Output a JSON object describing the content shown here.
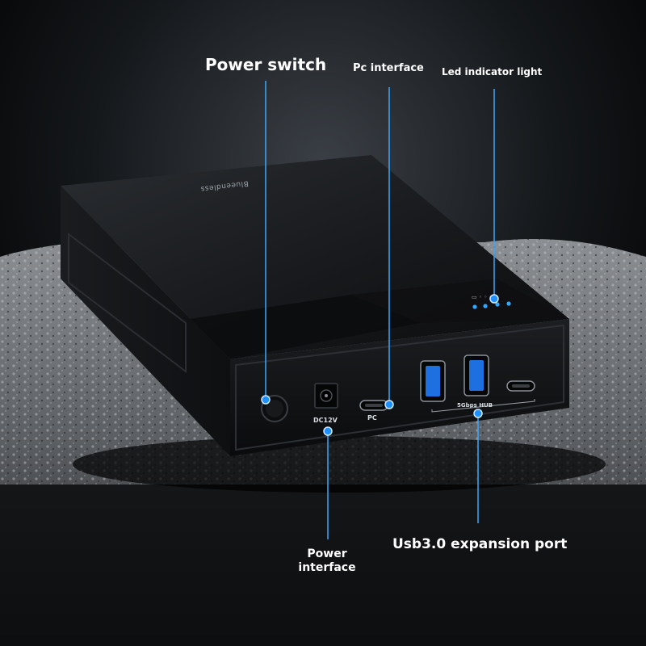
{
  "labels": {
    "power_switch": "Power switch",
    "pc_interface": "Pc interface",
    "led_indicator": "Led indicator light",
    "power_interface_line1": "Power",
    "power_interface_line2": "interface",
    "usb_expansion": "Usb3.0 expansion port"
  },
  "device": {
    "brand": "Blueendless",
    "dc_label": "DC12V",
    "pc_label": "PC",
    "hub_label": "5Gbps HUB"
  },
  "colors": {
    "callout_line": "#3aa8ff",
    "callout_dot": "#1e90ff",
    "usb_port_blue": "#1e6fe0",
    "led_blue": "#2fa8ff",
    "device_body": "#141618"
  }
}
